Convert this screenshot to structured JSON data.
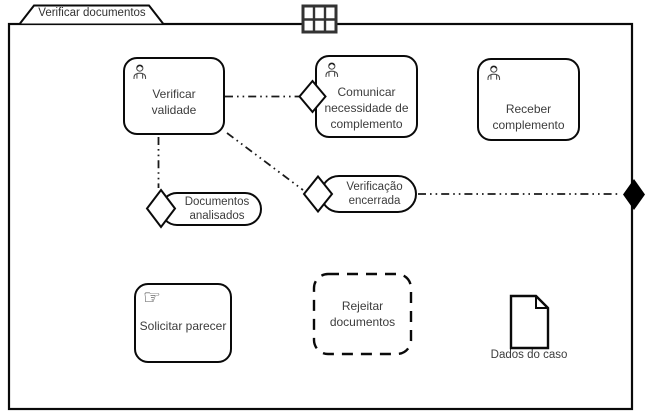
{
  "colors": {
    "stroke": "#0a0a0a",
    "text": "#3c3c3c",
    "canvas": "#ffffff",
    "grid_icon": "#333333",
    "end_marker_fill": "#000000"
  },
  "pool": {
    "label": "Verificar documentos",
    "header_marker_icon": "grid-icon"
  },
  "nodes": {
    "verificar_validade": {
      "type": "user-task",
      "label": "Verificar validade",
      "icon": "user-icon"
    },
    "comunicar_necessidade": {
      "type": "user-task",
      "label": "Comunicar necessidade de complemento",
      "icon": "user-icon"
    },
    "receber_complemento": {
      "type": "user-task",
      "label": "Receber complemento",
      "icon": "user-icon"
    },
    "documentos_analisados": {
      "type": "event-pill",
      "label": "Documentos analisados"
    },
    "verificacao_encerrada": {
      "type": "event-pill",
      "label": "Verificação encerrada"
    },
    "solicitar_parecer": {
      "type": "manual-task",
      "label": "Solicitar parecer",
      "icon": "manual-task-hand-icon",
      "hand_glyph": "☞"
    },
    "rejeitar_documentos": {
      "type": "dashed-task",
      "label": "Rejeitar documentos"
    },
    "dados_do_caso": {
      "type": "data-object",
      "label": "Dados do caso",
      "icon": "document-icon"
    }
  },
  "markers": {
    "end_marker": "filled-diamond-icon",
    "gateways": "hollow-diamond-icon"
  },
  "connectors": {
    "style": "dash-dot"
  }
}
